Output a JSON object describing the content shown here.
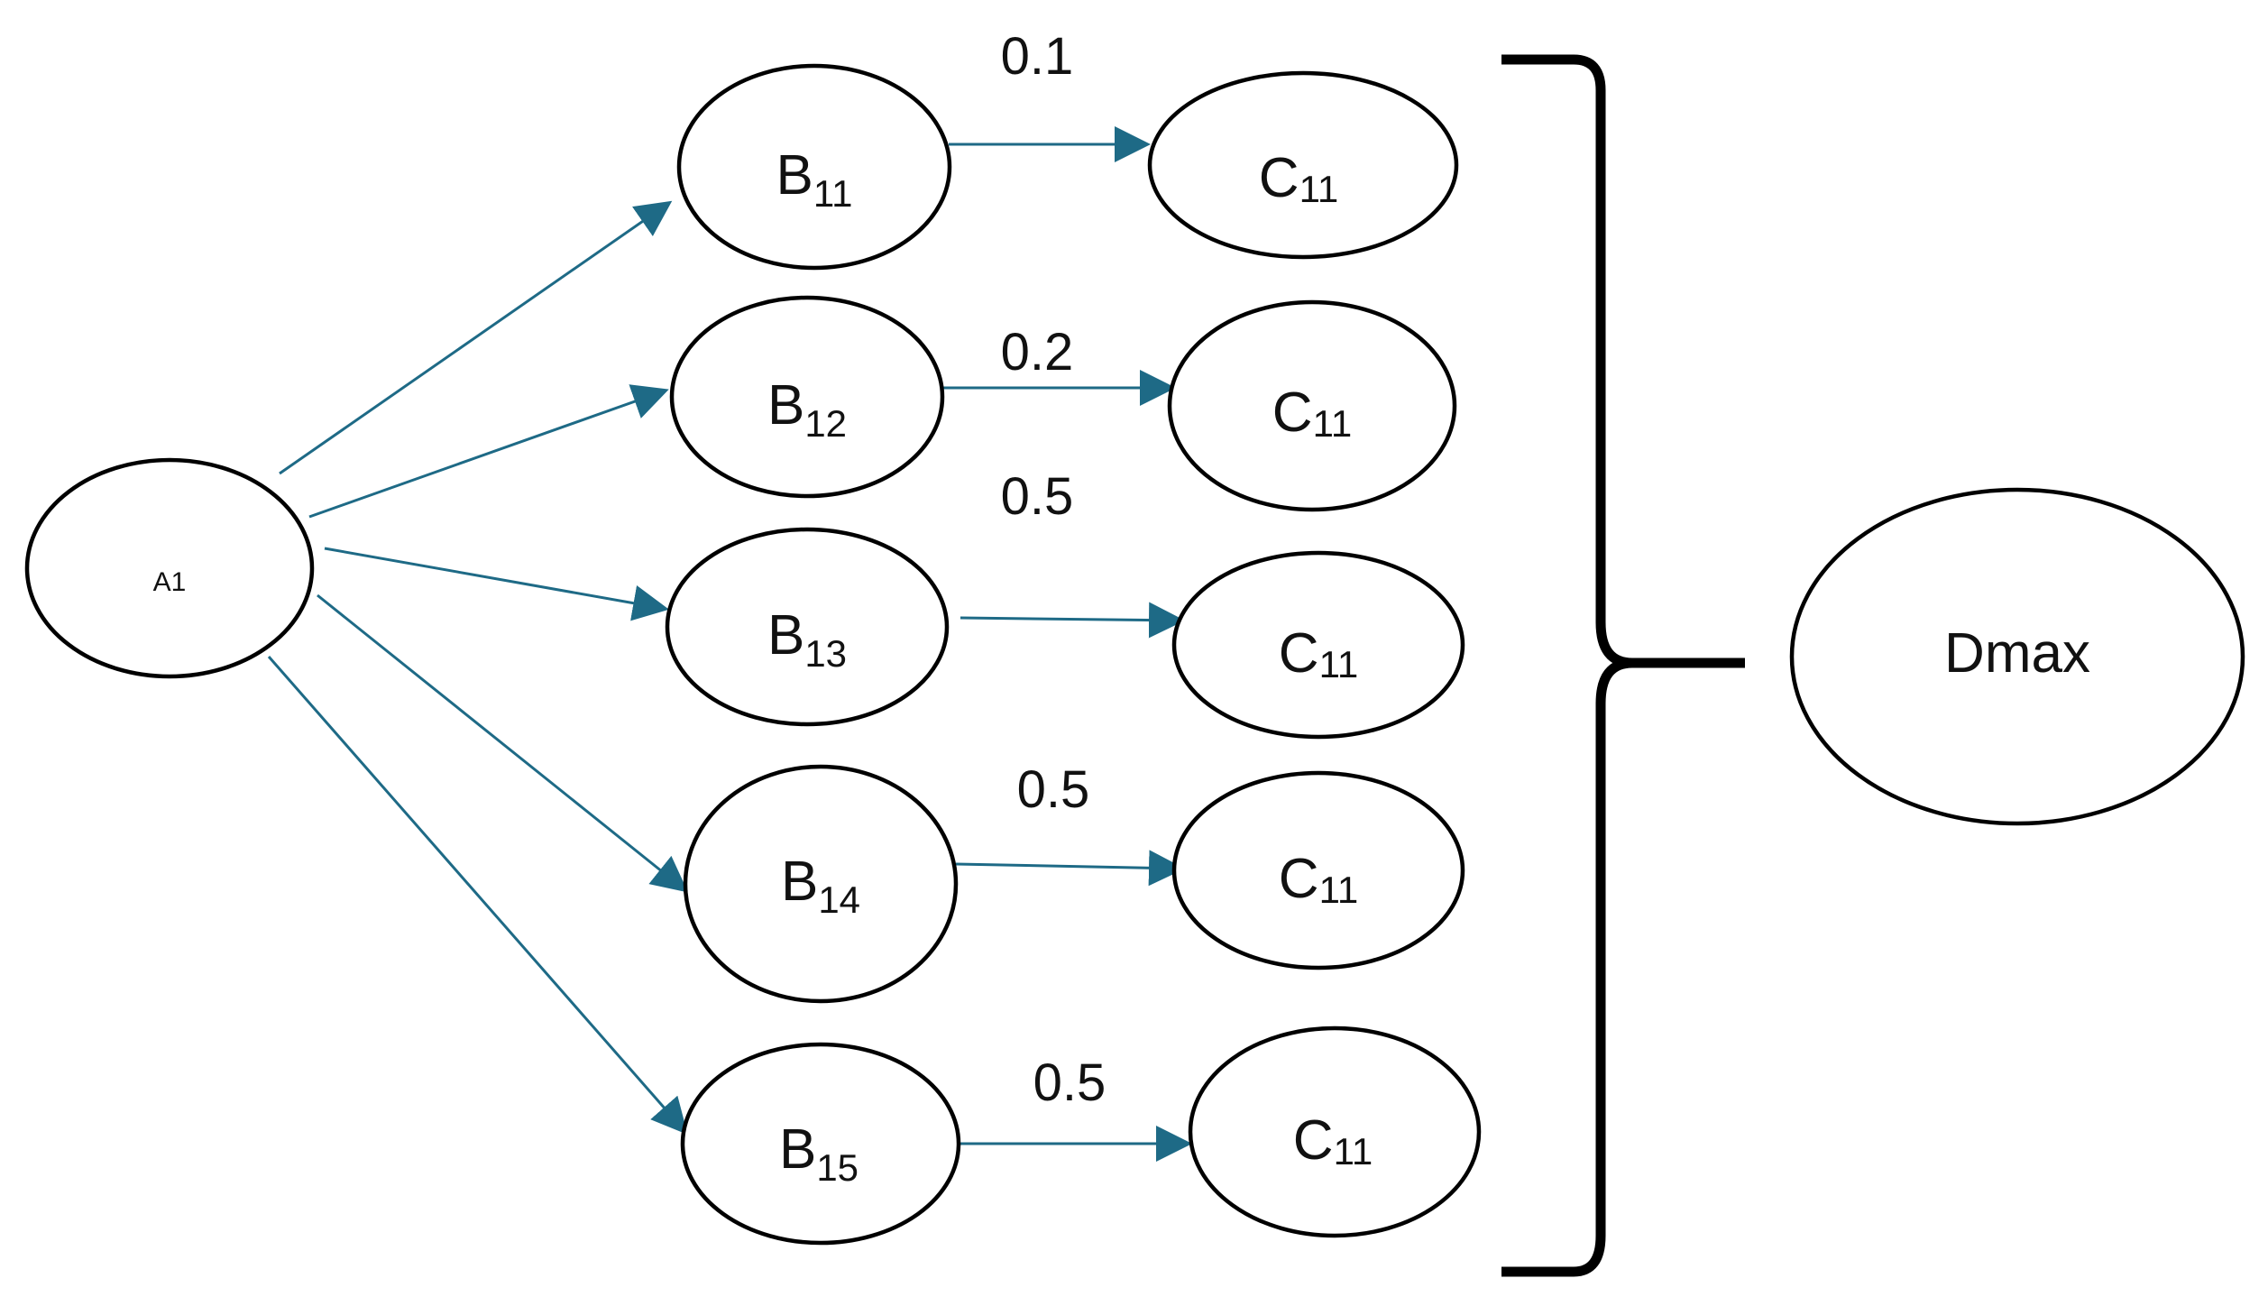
{
  "colors": {
    "edge": "#1e6a86",
    "node_stroke": "#000000",
    "background": "#ffffff"
  },
  "nodes": {
    "a1": {
      "label": "A1"
    },
    "b": [
      {
        "main": "B",
        "sub": "11"
      },
      {
        "main": "B",
        "sub": "12"
      },
      {
        "main": "B",
        "sub": "13"
      },
      {
        "main": "B",
        "sub": "14"
      },
      {
        "main": "B",
        "sub": "15"
      }
    ],
    "c": [
      {
        "main": "C",
        "sub": "11"
      },
      {
        "main": "C",
        "sub": "11"
      },
      {
        "main": "C",
        "sub": "11"
      },
      {
        "main": "C",
        "sub": "11"
      },
      {
        "main": "C",
        "sub": "11"
      }
    ],
    "dmax": {
      "label": "Dmax"
    }
  },
  "edge_weights": [
    "0.1",
    "0.2",
    "0.5",
    "0.5",
    "0.5"
  ]
}
